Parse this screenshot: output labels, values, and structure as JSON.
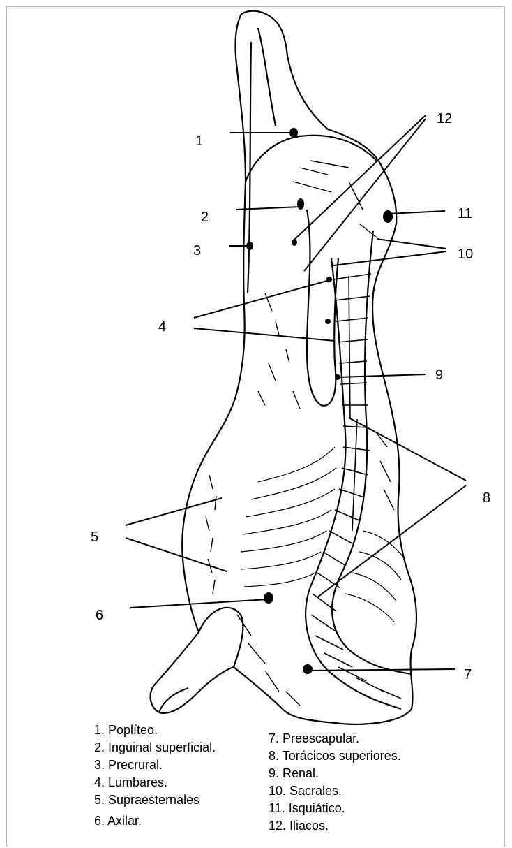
{
  "callouts": [
    "1",
    "2",
    "3",
    "4",
    "5",
    "6",
    "7",
    "8",
    "9",
    "10",
    "11",
    "12"
  ],
  "legend_left": [
    "1. Poplíteo.",
    "2. Inguinal superficial.",
    "3. Precrural.",
    "4. Lumbares.",
    "5. Supraesternales",
    "6. Axilar."
  ],
  "legend_right": [
    "7. Preescapular.",
    "8. Torácicos superiores.",
    "9. Renal.",
    "10. Sacrales.",
    "11. Isquiático.",
    "12. Iliacos."
  ]
}
